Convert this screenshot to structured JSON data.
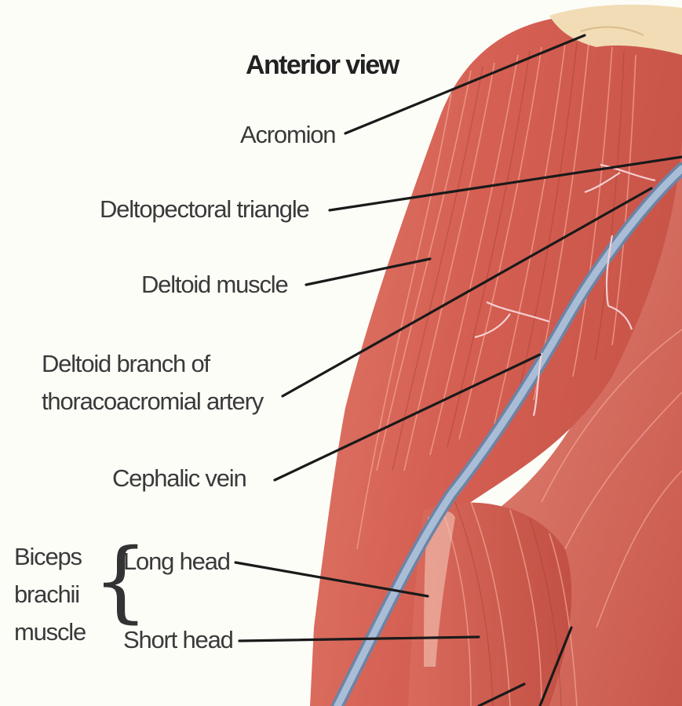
{
  "title": "Anterior view",
  "labels": {
    "acromion": "Acromion",
    "deltopectoral_triangle": "Deltopectoral triangle",
    "deltoid_muscle": "Deltoid muscle",
    "deltoid_branch_line1": "Deltoid branch of",
    "deltoid_branch_line2": "thoracoacromial artery",
    "cephalic_vein": "Cephalic vein",
    "long_head": "Long head",
    "short_head": "Short head"
  },
  "biceps_group": [
    "Biceps",
    "brachii",
    "muscle"
  ],
  "brace_glyph": "{",
  "colors": {
    "background": "#fdfdf8",
    "muscle": "#d9685a",
    "muscle_dark": "#b8463d",
    "muscle_light": "#f1a08e",
    "vein": "#8fa6c4",
    "acromion_bone": "#f1dcb5",
    "leader_line": "#1a1a1a"
  }
}
